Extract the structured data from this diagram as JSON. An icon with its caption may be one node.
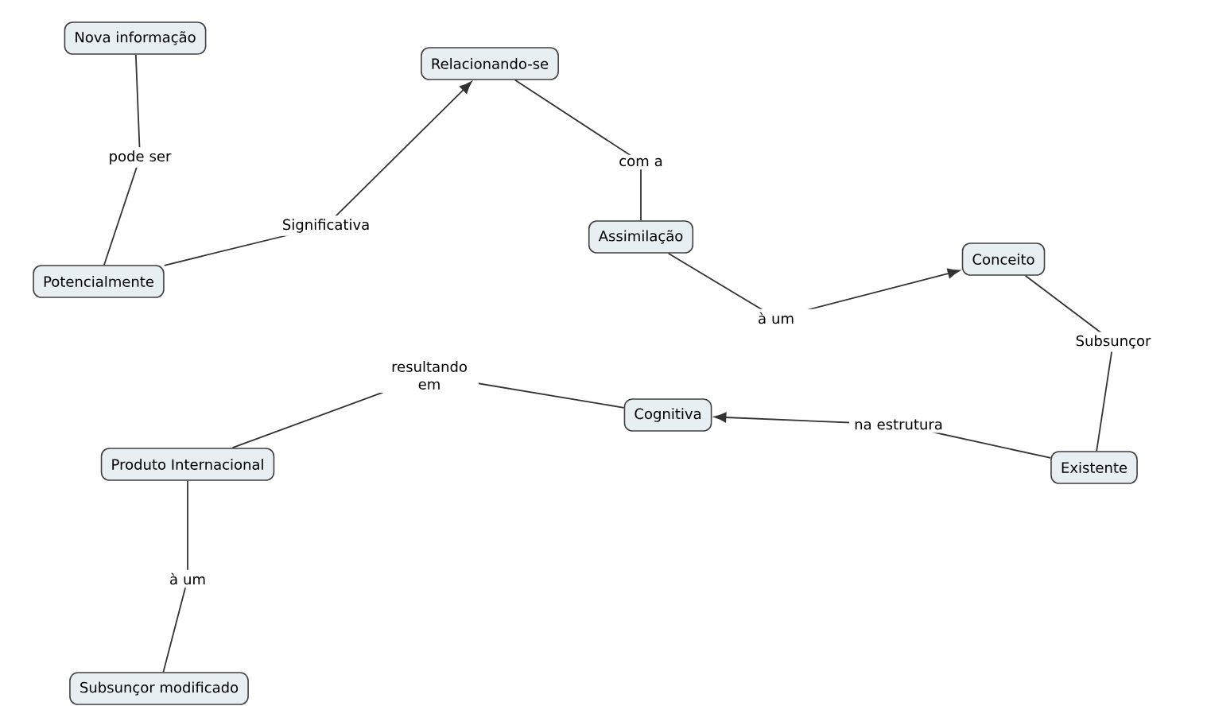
{
  "diagram": {
    "nodes": [
      {
        "text": [
          "Nova informação"
        ]
      },
      {
        "text": [
          "Relacionando-se"
        ]
      },
      {
        "text": [
          "Potencialmente"
        ]
      },
      {
        "text": [
          "Assimilação"
        ]
      },
      {
        "text": [
          "Conceito"
        ]
      },
      {
        "text": [
          "Existente"
        ]
      },
      {
        "text": [
          "Cognitiva"
        ]
      },
      {
        "text": [
          "Produto Internacional"
        ]
      },
      {
        "text": [
          "Subsunçor modificado"
        ]
      }
    ],
    "edges": [
      {
        "from": 0,
        "to": 2,
        "arrow": "none",
        "label": "pode ser"
      },
      {
        "from": 2,
        "to": 1,
        "arrow": "to",
        "label": "Significativa"
      },
      {
        "from": 1,
        "to": 3,
        "arrow": "none",
        "label": "com a"
      },
      {
        "from": 3,
        "to": 4,
        "arrow": "to",
        "label": "à um"
      },
      {
        "from": 4,
        "to": 5,
        "arrow": "none",
        "label": "Subsunçor"
      },
      {
        "from": 5,
        "to": 6,
        "arrow": "to",
        "label": "na estrutura"
      },
      {
        "from": 6,
        "to": 7,
        "arrow": "none",
        "label": "resultando em"
      },
      {
        "from": 7,
        "to": 8,
        "arrow": "none",
        "label": "à um"
      }
    ]
  }
}
